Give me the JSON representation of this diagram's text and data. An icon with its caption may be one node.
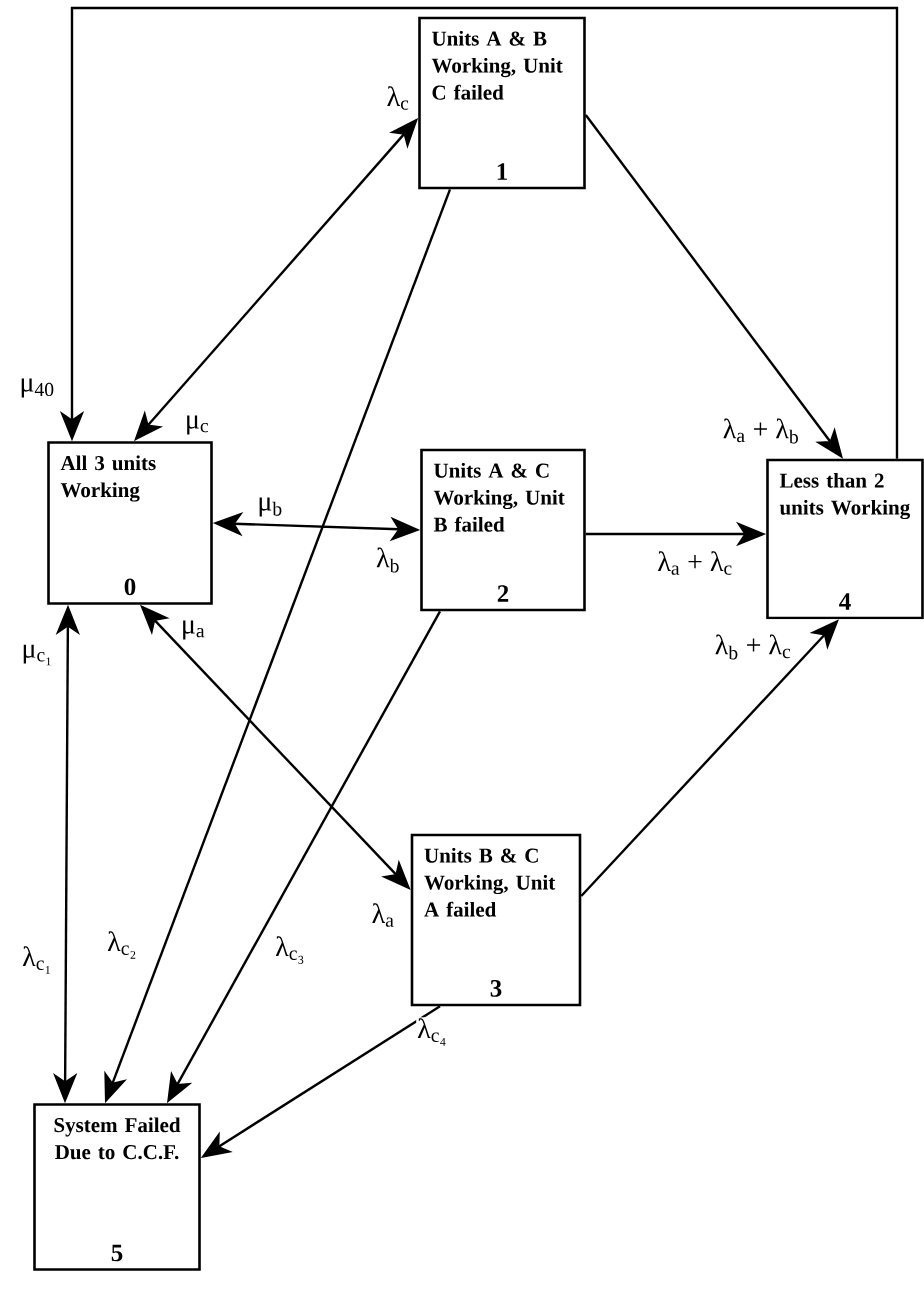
{
  "diagram": {
    "nodes": [
      {
        "text": [
          "All 3 units Working",
          "0"
        ]
      },
      {
        "text": [
          "Units A & B Working, Unit C failed",
          "1"
        ]
      },
      {
        "text": [
          "Units A & C Working, Unit B failed",
          "2"
        ]
      },
      {
        "text": [
          "Units B & C Working, Unit A failed",
          "3"
        ]
      },
      {
        "text": [
          "Less than 2 units Working",
          "4"
        ]
      },
      {
        "text": [
          "System Failed Due to C.C.F.",
          "5"
        ]
      }
    ],
    "edges": [
      {
        "from": 0,
        "to": 1,
        "arrow": "both"
      },
      {
        "from": 0,
        "to": 2,
        "arrow": "both"
      },
      {
        "from": 0,
        "to": 3,
        "arrow": "both"
      },
      {
        "from": 0,
        "to": 5,
        "arrow": "both"
      },
      {
        "from": 1,
        "to": 4,
        "arrow": "to",
        "label": "λ$_{a}$ + λ$_{b}$"
      },
      {
        "from": 2,
        "to": 4,
        "arrow": "to",
        "label": "λ$_{a}$ + λ$_{c}$"
      },
      {
        "from": 3,
        "to": 4,
        "arrow": "to",
        "label": "λ$_{b}$ + λ$_{c}$"
      },
      {
        "from": 1,
        "to": 5,
        "arrow": "to",
        "label": "λ$_{c₂}$"
      },
      {
        "from": 2,
        "to": 5,
        "arrow": "to",
        "label": "λ$_{c₃}$"
      },
      {
        "from": 3,
        "to": 5,
        "arrow": "to",
        "label": "λ$_{c₄}$"
      },
      {
        "from": 4,
        "to": 0,
        "arrow": "to",
        "label": "μ$_{40}$"
      }
    ],
    "labels": [
      "λ$_{c}$",
      "μ$_{c}$",
      "μ$_{b}$",
      "λ$_{b}$",
      "μ$_{c₁}$",
      "μ$_{a}$",
      "λ$_{a}$",
      "λ$_{c₁}$"
    ]
  }
}
